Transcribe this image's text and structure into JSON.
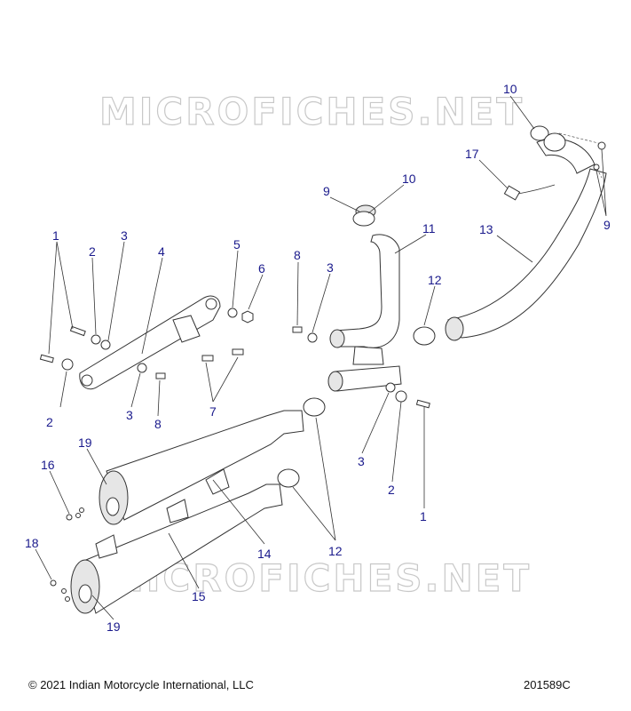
{
  "watermark": "MICROFICHES.NET",
  "footer": {
    "copyright": "© 2021 Indian Motorcycle International, LLC",
    "drawing_number": "201589C"
  },
  "callouts": [
    "1",
    "2",
    "3",
    "4",
    "5",
    "6",
    "7",
    "8",
    "9",
    "10",
    "11",
    "12",
    "13",
    "14",
    "15",
    "16",
    "17",
    "18",
    "19"
  ]
}
